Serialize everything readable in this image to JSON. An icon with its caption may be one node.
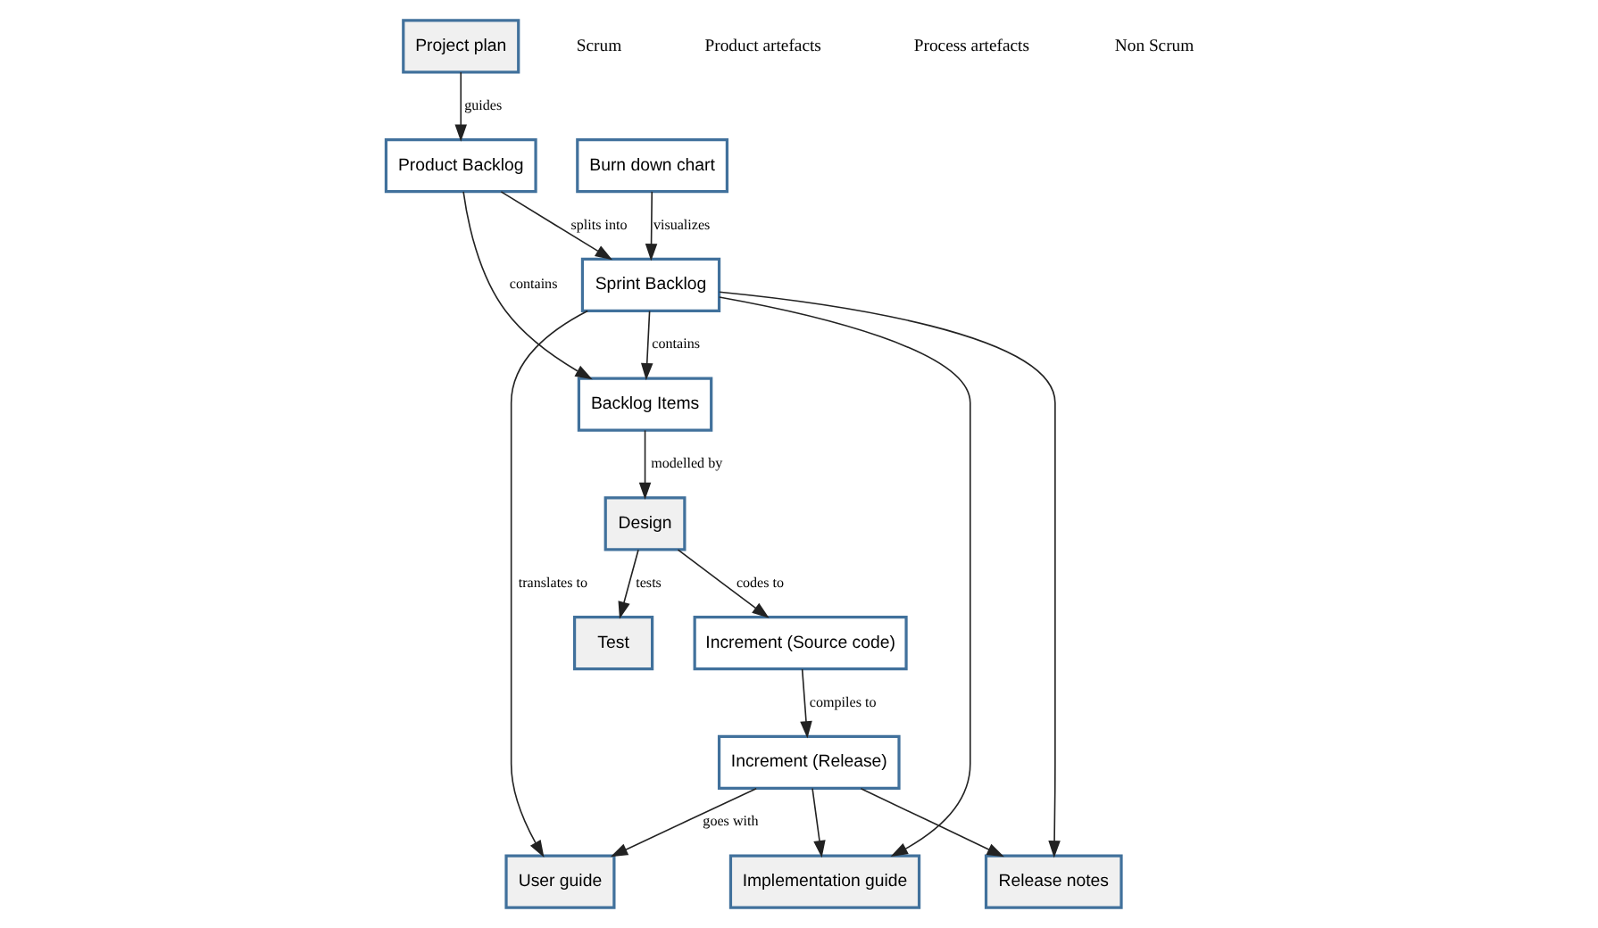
{
  "diagram": {
    "nodes": [
      {
        "text": [
          "Increment (Release)"
        ]
      },
      {
        "text": [
          "Increment (Source code)"
        ]
      },
      {
        "text": [
          "Sprint Backlog"
        ]
      },
      {
        "text": [
          "Product Backlog"
        ]
      },
      {
        "text": [
          "Backlog Items"
        ]
      },
      {
        "text": [
          "Burn down chart"
        ]
      },
      {
        "text": [
          "Project plan"
        ]
      },
      {
        "text": [
          "User guide"
        ]
      },
      {
        "text": [
          "Release notes"
        ]
      },
      {
        "text": [
          "Implementation guide"
        ]
      },
      {
        "text": [
          "Design"
        ]
      },
      {
        "text": [
          "Test"
        ]
      }
    ],
    "edges": [
      {
        "from": 1,
        "to": 0,
        "arrow": "to",
        "label": "compiles to"
      },
      {
        "from": 0,
        "to": 7,
        "arrow": "to",
        "label": "goes with"
      },
      {
        "from": 0,
        "to": 8,
        "arrow": "to"
      },
      {
        "from": 0,
        "to": 9,
        "arrow": "to"
      },
      {
        "from": 2,
        "to": 7,
        "arrow": "to",
        "label": "translates to"
      },
      {
        "from": 2,
        "to": 8,
        "arrow": "to"
      },
      {
        "from": 2,
        "to": 9,
        "arrow": "to"
      },
      {
        "from": 5,
        "to": 2,
        "arrow": "to",
        "label": "visualizes"
      },
      {
        "from": 3,
        "to": 2,
        "arrow": "to",
        "label": "splits into"
      },
      {
        "from": 6,
        "to": 3,
        "arrow": "to",
        "label": "guides"
      },
      {
        "from": 2,
        "to": 4,
        "arrow": "to",
        "label": "contains"
      },
      {
        "from": 3,
        "to": 4,
        "arrow": "to",
        "label": "contains"
      },
      {
        "from": 4,
        "to": 10,
        "arrow": "to",
        "label": "modelled by"
      },
      {
        "from": 10,
        "to": 1,
        "arrow": "to",
        "label": "codes to"
      },
      {
        "from": 10,
        "to": 11,
        "arrow": "to",
        "label": "tests"
      }
    ],
    "labels": [
      "Scrum",
      "Product artefacts",
      "Process artefacts",
      "Non Scrum"
    ]
  }
}
